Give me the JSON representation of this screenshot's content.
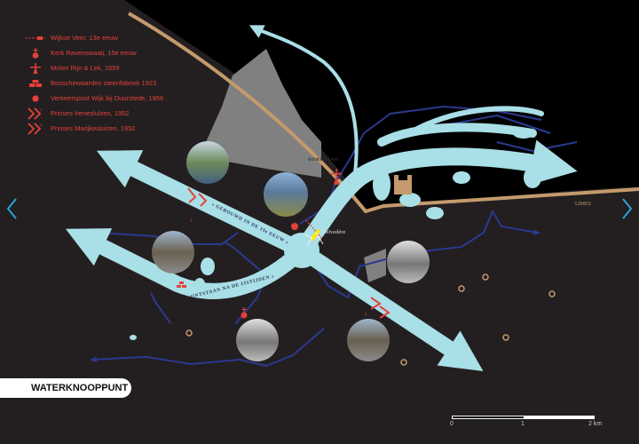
{
  "legend": [
    {
      "icon": "ferry-line-icon",
      "label": "Wijkse Veer, 13e eeuw"
    },
    {
      "icon": "church-icon",
      "label": "Kerk Ravenswaaij, 15e eeuw"
    },
    {
      "icon": "windmill-icon",
      "label": "Molen Rijn & Lek, 1659"
    },
    {
      "icon": "brickworks-icon",
      "label": "Bosschewaarden steenfabriek 1923"
    },
    {
      "icon": "dot-icon",
      "label": "Verkeerspost Wijk bij Duurstede, 1956"
    },
    {
      "icon": "lock-chevron-icon",
      "label": "Prinses Ireneslulzen, 1952",
      "num": "1"
    },
    {
      "icon": "lock-chevron-icon",
      "label": "Prinses Marijkesluizen, 1952",
      "num": "2"
    }
  ],
  "map": {
    "place_dorestad": "DORESTAD",
    "place_limes": "LIMES",
    "belvedere": "Belvedère",
    "canal_label_19": "« GEBOUWD IN DE 19e EEUW »",
    "river_label_ice": "« ONTSTAAN NA DE IJSTIJDEN »",
    "lock_1": "1",
    "lock_2": "2"
  },
  "title": "WATERKNOOPPUNT",
  "scale": {
    "labels": [
      "0",
      "1",
      "2 km"
    ]
  },
  "colors": {
    "background": "#231f20",
    "land": "#000000",
    "water": "#a9dfe6",
    "river": "#2b3990",
    "road": "#c49a6c",
    "accent": "#e5403a",
    "nav": "#29a3d8"
  }
}
